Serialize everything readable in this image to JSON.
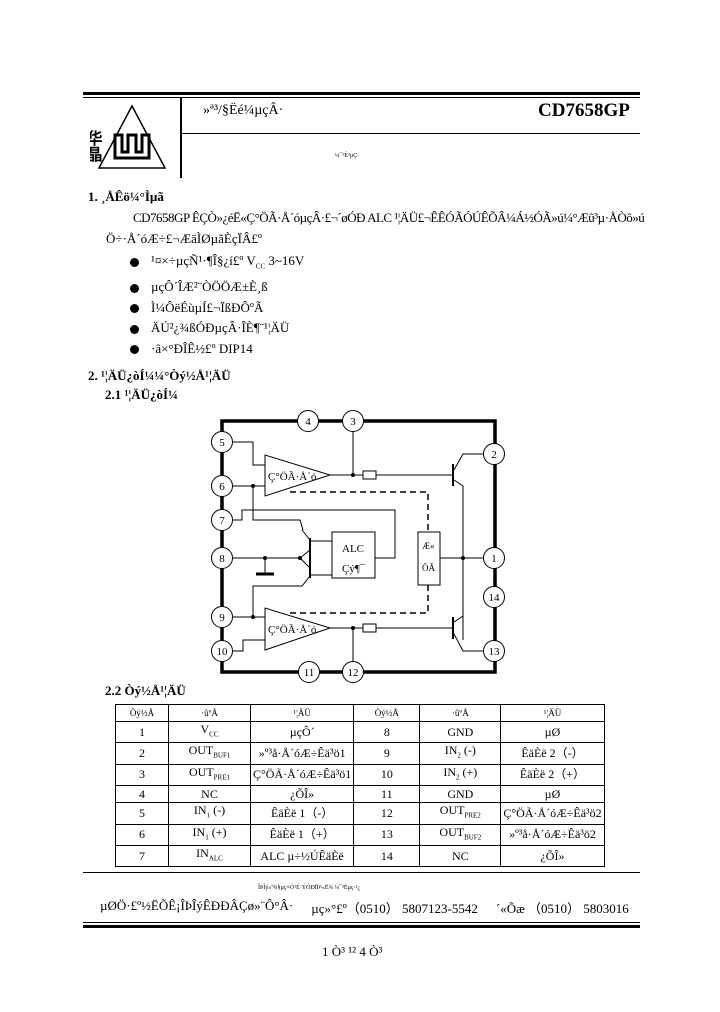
{
  "header": {
    "company_title": "»ª³/§Ëé¼µçÂ·",
    "part_number": "CD7658GP",
    "subtitle": "¼¯³É³µÇ·",
    "logo_text": "华晶"
  },
  "section1": {
    "heading": "1. ¸ÅÊö¼°Ìµã",
    "intro_line1": "CD7658GP ÊÇÒ»¿éË«Ç°ÖÃ·Å´óµçÂ·£¬´øÓÐ ALC ¹¦ÄÜ£¬ÊÊÓÃÓÚÊÕÂ¼Á½ÓÃ»ú¼°Æû³µ·ÅÒô»ú",
    "intro_line2": "Ö÷·Å´óÆ÷£¬ÆäÌØµãÈçÏÂ£º",
    "bullets": [
      "¹¤×÷µçÑ¹·¶Î§¿í£º V<sub>CC</sub> 3~16V",
      "µçÔ´ÎÆ²¨ÒÖÖÆ±È¸ß",
      "Ì¼ÔëÉùµÍ£¬ÏßÐÔºÃ",
      "ÄÚ²¿¾ßÓÐµçÂ·ÎÈ¶¨¹¦ÄÜ",
      "·â×°ÐÎÊ½£º DIP14"
    ]
  },
  "section2": {
    "heading": "2. ¹¦ÄÜ¿òÍ¼¼°Òý½Å¹¦ÄÜ",
    "sub1": "2.1 ¹¦ÄÜ¿òÍ¼",
    "sub2": "2.2 Òý½Å¹¦ÄÜ"
  },
  "diagram": {
    "amp_label": "Ç°ÖÃ·Å´ó",
    "alc_label_1": "ALC",
    "alc_label_2": "Çý¶¯",
    "bias_label_1": "Æ«",
    "bias_label_2": "ÖÃ",
    "pins": [
      "1",
      "2",
      "3",
      "4",
      "5",
      "6",
      "7",
      "8",
      "9",
      "10",
      "11",
      "12",
      "13",
      "14"
    ]
  },
  "pin_table": {
    "headers": [
      "Òý½Å",
      "·ûºÅ",
      "¹¦ÄÜ",
      "Òý½Å",
      "·ûºÅ",
      "¹¦ÄÜ"
    ],
    "rows": [
      [
        "1",
        "V<sub>CC</sub>",
        "µçÔ´",
        "8",
        "GND",
        "µØ"
      ],
      [
        "2",
        "OUT<sub>BUF1</sub>",
        "»º³å·Å´óÆ÷Êä³ö1",
        "9",
        "IN<sub>2</sub> (-)",
        "ÊäÈë 2（-）"
      ],
      [
        "3",
        "OUT<sub>PRE1</sub>",
        "Ç°ÖÃ·Å´óÆ÷Êä³ö1",
        "10",
        "IN<sub>2</sub> (+)",
        "ÊäÈë 2（+）"
      ],
      [
        "4",
        "NC",
        "¿ÕÎ»",
        "11",
        "GND",
        "µØ"
      ],
      [
        "5",
        "IN<sub>1</sub> (-)",
        "ÊäÈë 1（-）",
        "12",
        "OUT<sub>PRE2</sub>",
        "Ç°ÖÃ·Å´óÆ÷Êä³ö2"
      ],
      [
        "6",
        "IN<sub>1</sub> (+)",
        "ÊäÈë 1（+）",
        "13",
        "OUT<sub>BUF2</sub>",
        "»º³å·Å´óÆ÷Êä³ö2"
      ],
      [
        "7",
        "IN<sub>ALC</sub>",
        "ALC µ÷½ÚÊäÈë",
        "14",
        "NC",
        "¿ÕÎ»"
      ]
    ]
  },
  "footer": {
    "small_line": "ÎÞÎý»ª¾§µç×Ó¹É·ÝÓÐÏÞ¹«Ë¾    ¼¯³Éµç·²¿",
    "address": "µØÖ·£º½­ËÕÊ¡ÎÞÎýÊÐÐÂÇø»¨Ô°Â·",
    "phone": "µç»°£º（0510） 5807123-5542",
    "fax": "´«Õæ （0510） 5803016",
    "page_number": "1 Ò³ ¹² 4 Ò³"
  }
}
